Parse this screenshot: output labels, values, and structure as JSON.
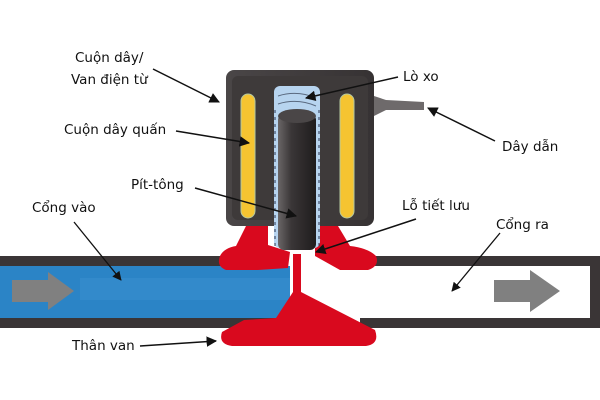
{
  "diagram": {
    "title": "Solenoid valve cross-section",
    "labels": {
      "coil_line1": "Cuộn dây/",
      "coil_line2": "Van điện từ",
      "winding": "Cuộn dây quấn",
      "piston": "Pít-tông",
      "inlet": "Cổng vào",
      "body": "Thân van",
      "spring": "Lò xo",
      "wire": "Dây dẫn",
      "orifice": "Lỗ tiết lưu",
      "outlet": "Cổng ra"
    },
    "colors": {
      "pipe_wall": "#3a3536",
      "inlet_fluid": "#2b84c6",
      "valve_body": "#d9091e",
      "coil_housing": "#3e3a3a",
      "winding": "#f5c431",
      "spring_chamber": "#b7d4ef",
      "piston": "#2f2c2d",
      "flow_arrow": "#808080",
      "label_arrow": "#111111"
    }
  }
}
